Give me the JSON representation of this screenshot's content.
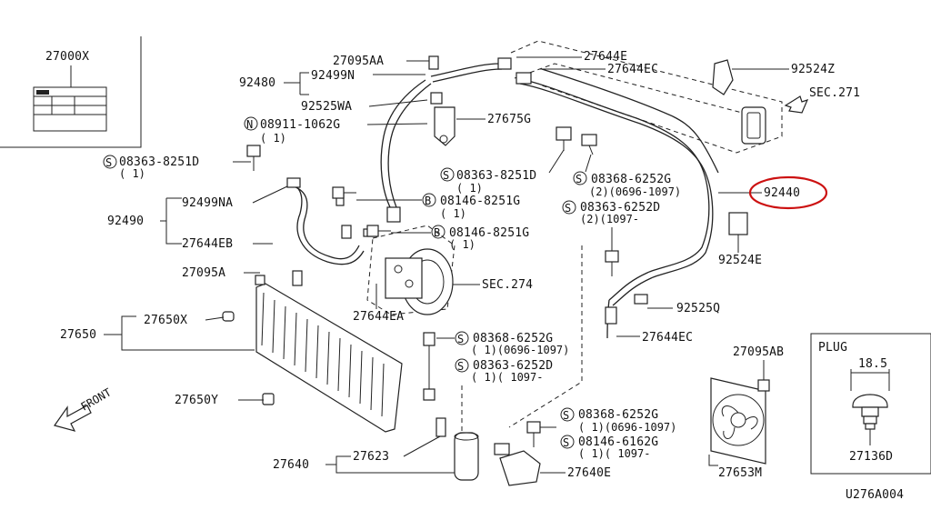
{
  "labels": {
    "p27000X": "27000X",
    "p27095AA": "27095AA",
    "p92499N": "92499N",
    "p92480": "92480",
    "p92525WA": "92525WA",
    "n08911": "08911-1062G",
    "n08911_qty": "( 1)",
    "s08363_a": "08363-8251D",
    "s08363_a_qty": "( 1)",
    "p92499NA": "92499NA",
    "p92490": "92490",
    "p27644EB": "27644EB",
    "p27095A": "27095A",
    "p27650X": "27650X",
    "p27650": "27650",
    "p27650Y": "27650Y",
    "front": "FRONT",
    "p27644E": "27644E",
    "p27644EC_top": "27644EC",
    "p92524Z": "92524Z",
    "sec271": "SEC.271",
    "p27675G": "27675G",
    "s08363_b": "08363-8251D",
    "s08363_b_qty": "( 1)",
    "b08146_a": "08146-8251G",
    "b08146_a_qty": "( 1)",
    "b08146_b": "08146-8251G",
    "b08146_b_qty": "( 1)",
    "s08368_a": "08368-6252G",
    "s08368_a_qty": "(2)(0696-1097)",
    "s08363_c": "08363-6252D",
    "s08363_c_qty": "(2)(1097-",
    "p92440": "92440",
    "p92524E": "92524E",
    "sec274": "SEC.274",
    "p27644EA": "27644EA",
    "p92525Q": "92525Q",
    "s08368_b": "08368-6252G",
    "s08368_b_qty": "( 1)(0696-1097)",
    "s08363_d": "08363-6252D",
    "s08363_d_qty": "( 1)( 1097-",
    "p27644EC_mid": "27644EC",
    "p27095AB": "27095AB",
    "plug_title": "PLUG",
    "plug_dim": "18.5",
    "p27136D": "27136D",
    "s08368_c": "08368-6252G",
    "s08368_c_qty": "( 1)(0696-1097)",
    "s08146_c": "08146-6162G",
    "s08146_c_qty": "( 1)( 1097-",
    "p27623": "27623",
    "p27640": "27640",
    "p27640E": "27640E",
    "p27653M": "27653M",
    "figure_code": "U276A004"
  },
  "prefix_letters": {
    "S": "S",
    "B": "B",
    "N": "N"
  },
  "highlight_color": "#cc1111"
}
